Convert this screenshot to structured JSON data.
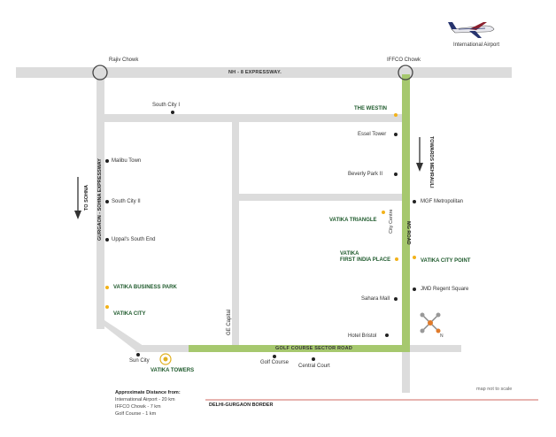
{
  "airport": {
    "label": "International Airport"
  },
  "chowks": {
    "rajiv": "Rajiv Chowk",
    "iffco": "IFFCO Chowk"
  },
  "roads": {
    "nh8": "NH - 8 EXPRESSWAY.",
    "sohna": "GURGAON - SOHNA EXPRESSWAY",
    "mg": "MG ROAD",
    "golf": "GOLF COURSE SECTOR ROAD",
    "ge_capital": "GE Capital",
    "city_centre": "City Centre"
  },
  "directions": {
    "to_sohna": "TO SOHNA",
    "towards_mehrauli": "TOWARDS MEHRAULI"
  },
  "places": {
    "south_city_1": "South City I",
    "the_westin": "THE WESTIN",
    "essel_tower": "Essel Tower",
    "malibu_town": "Malibu Town",
    "beverly_park": "Beverly Park II",
    "south_city_2": "South City II",
    "mgf_metropolitan": "MGF Metropolitan",
    "vatika_triangle": "VATIKA TRIANGLE",
    "uppals": "Uppal's South End",
    "vatika_first_line1": "VATIKA",
    "vatika_first_line2": "FIRST INDIA PLACE",
    "vatika_city_point": "VATIKA CITY POINT",
    "vatika_business_park": "VATIKA BUSINESS PARK",
    "jmd": "JMD Regent Square",
    "vatika_city": "VATIKA CITY",
    "sahara_mall": "Sahara Mall",
    "hotel_bristol": "Hotel Bristol",
    "sun_city": "Sun City",
    "golf_course": "Golf Course",
    "central_court": "Central Court",
    "vatika_towers": "VATIKA TOWERS"
  },
  "distances": {
    "heading": "Approximate Distance from:",
    "airport": "International Airport - 20 km",
    "iffco": "IFFCO Chowk - 7 km",
    "golf": "Golf Course - 1 km"
  },
  "border": "DELHI-GURGAON BORDER",
  "scale_note": "map not to scale",
  "colors": {
    "road": "#dcdcdc",
    "highlight_road": "#a6c86e",
    "vatika_label": "#1e5a2c",
    "vatika_dot": "#f2b21a",
    "border_line": "#c0392b"
  }
}
